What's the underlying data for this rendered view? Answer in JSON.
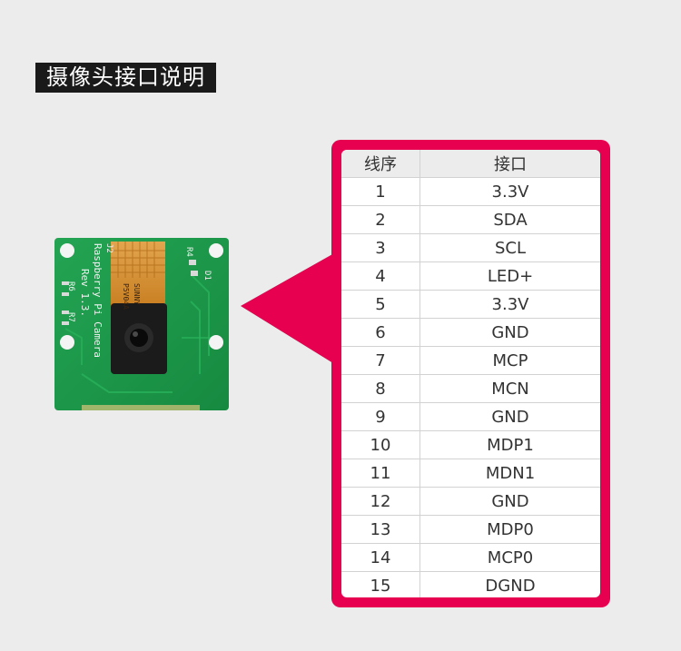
{
  "title": "摄像头接口说明",
  "board": {
    "silk_main": "Raspberry Pi Camera",
    "silk_rev": "Rev 1.3.",
    "silk_j2": "J2",
    "silk_r6": "R6",
    "silk_r7": "R7",
    "silk_r4": "R4",
    "silk_d1": "D1",
    "silk_module": "P5V04A",
    "silk_brand": "SUNNY"
  },
  "table": {
    "headers": [
      "线序",
      "接口"
    ],
    "rows": [
      [
        "1",
        "3.3V"
      ],
      [
        "2",
        "SDA"
      ],
      [
        "3",
        "SCL"
      ],
      [
        "4",
        "LED+"
      ],
      [
        "5",
        "3.3V"
      ],
      [
        "6",
        "GND"
      ],
      [
        "7",
        "MCP"
      ],
      [
        "8",
        "MCN"
      ],
      [
        "9",
        "GND"
      ],
      [
        "10",
        "MDP1"
      ],
      [
        "11",
        "MDN1"
      ],
      [
        "12",
        "GND"
      ],
      [
        "13",
        "MDP0"
      ],
      [
        "14",
        "MCP0"
      ],
      [
        "15",
        "DGND"
      ]
    ]
  },
  "colors": {
    "accent": "#e6004f",
    "board_green": "#1f9a4a",
    "title_bg": "#1a1a1a"
  }
}
